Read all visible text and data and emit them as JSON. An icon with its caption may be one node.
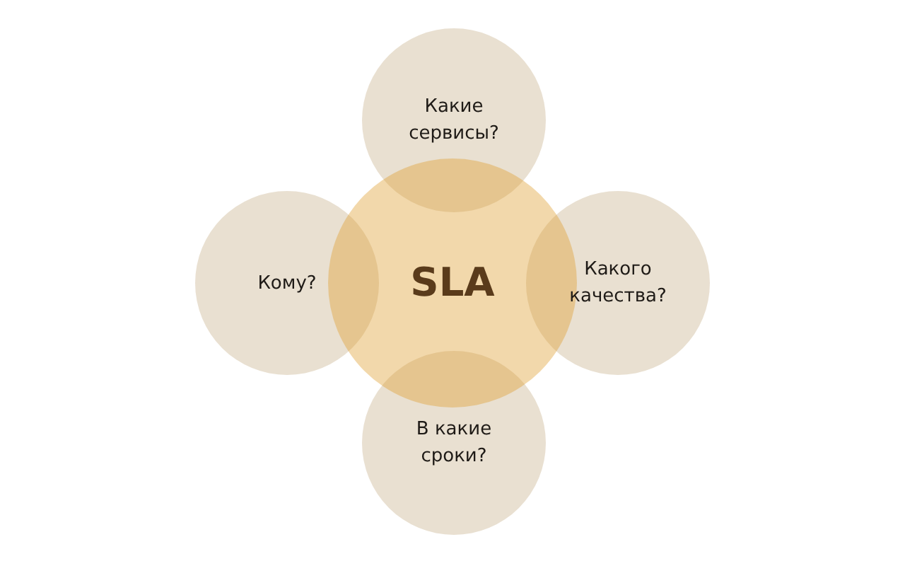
{
  "diagram": {
    "nodes": [
      {
        "text": [
          "Какие сервисы?"
        ]
      },
      {
        "text": [
          "Кому?"
        ]
      },
      {
        "text": [
          "SLA"
        ]
      },
      {
        "text": [
          "Какого качества?"
        ]
      },
      {
        "text": [
          "В какие сроки?"
        ]
      }
    ]
  }
}
